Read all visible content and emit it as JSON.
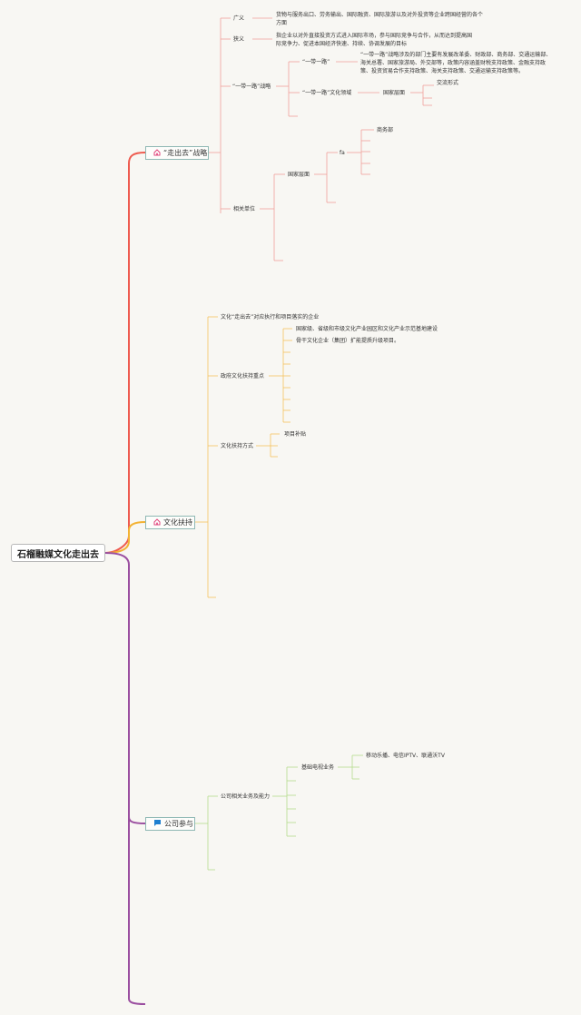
{
  "root": {
    "title": "石榴融媒文化走出去"
  },
  "branch1": {
    "label": "“走出去”战略",
    "broad": {
      "label": "广义",
      "desc": "货物与服务出口、劳务输出、国际融资、国际旅游以及对外投资等企业跨国经营的各个方面"
    },
    "narrow": {
      "label": "狭义",
      "desc": "指企业以对外直接投资方式进入国际市场，参与国际竞争与合作，从而达到提高国际竞争力、促进本国经济快速、持续、协调发展的目标"
    },
    "bri": {
      "label": "“一带一路”战略",
      "sub1": {
        "label": "“一带一路”",
        "desc": "“一带一路”战略涉及的部门主要有发展改革委、财政部、商务部、交通运输部、海关总署、国家旅游局、外交部等，政策内容涵盖财税支持政策、金融支持政策、投资贸易合作支持政策、海关支持政策、交通运输支持政策等。"
      },
      "sub2": {
        "label": "“一带一路”文化领域",
        "child": "国家层面",
        "leaf": "交流形式"
      }
    },
    "units": {
      "label": "相关单位",
      "national": "国家层面",
      "fa": "fa",
      "leaf": "商务部"
    }
  },
  "branch2": {
    "label": "文化扶持",
    "item1": "文化“走出去”对应执行和项目落实的企业",
    "focus": {
      "label": "政府文化扶持重点",
      "l1": "国家级、省级和市级文化产业园区和文化产业示范基地建设",
      "l2": "骨干文化企业（集团）扩能提质升级项目。"
    },
    "method": {
      "label": "文化扶持方式",
      "leaf": "项目补贴"
    }
  },
  "branch3": {
    "label": "公司参与",
    "biz": {
      "label": "公司相关业务及能力",
      "tv": "基础电视业务",
      "leaf": "移动乐播、电信IPTV、联通沃TV"
    }
  },
  "colors": {
    "red": "#ee5b4f",
    "orange": "#f3b233",
    "purple": "#9b4fa0",
    "green": "#9ed06c",
    "pink": "#f0a09a",
    "gold": "#f5c25d",
    "ltgreen": "#b4dc8c"
  },
  "icons": {
    "branch1": "home-icon",
    "branch2": "home-icon",
    "branch3": "flag-icon"
  }
}
